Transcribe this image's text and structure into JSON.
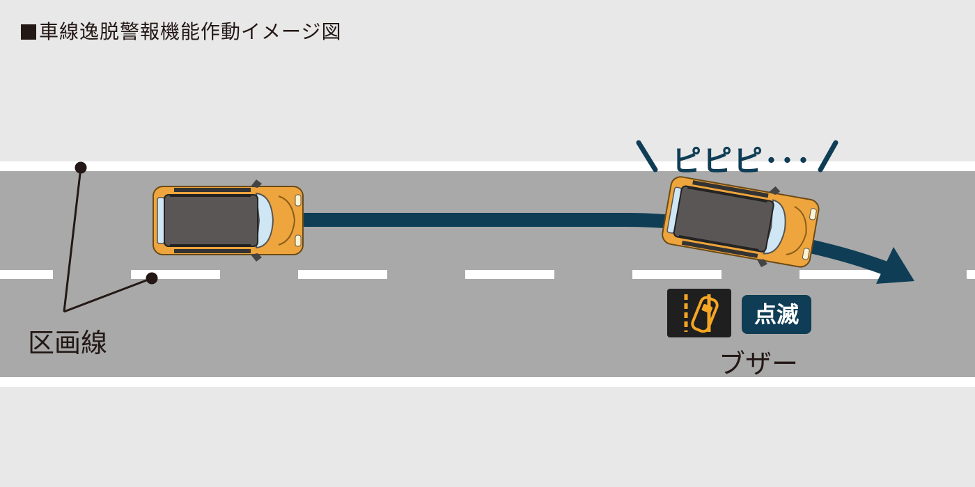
{
  "title": "車線逸脱警報機能作動イメージ図",
  "labels": {
    "lane_line": "区画線",
    "sound": "ピピピ･･･",
    "indicator_state": "点滅",
    "buzzer": "ブザー"
  },
  "icons": {
    "indicator": "lane-departure-warning-icon"
  },
  "colors": {
    "background": "#e8e8e8",
    "road": "#a9a9a9",
    "road_edge": "#ffffff",
    "path": "#0f3d55",
    "car_body": "#eea53d",
    "car_roof": "#5a5656",
    "indicator_bg": "#1f1f1f",
    "indicator_lamp": "#f5a623"
  }
}
